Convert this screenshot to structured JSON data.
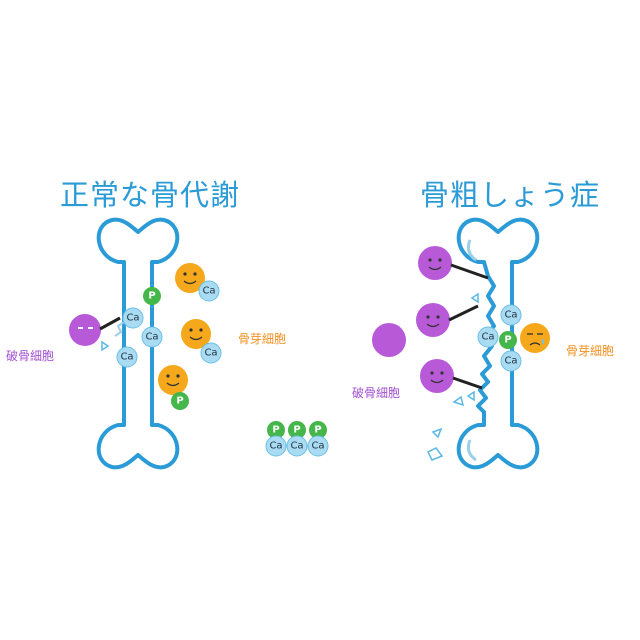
{
  "left": {
    "title": "正常な骨代謝",
    "osteoclast_label": "破骨細胞",
    "osteoblast_label": "骨芽細胞"
  },
  "right": {
    "title": "骨粗しょう症",
    "osteoclast_label": "破骨細胞",
    "osteoblast_label": "骨芽細胞"
  },
  "ions": {
    "calcium": "Ca",
    "phosphorus": "P"
  },
  "colors": {
    "title": "#2a9bd6",
    "bone_outline": "#2a9bd6",
    "osteoclast": "#b85ad8",
    "osteoblast": "#f5a81c",
    "calcium": "#a9dcf3",
    "phosphorus": "#45b649"
  }
}
